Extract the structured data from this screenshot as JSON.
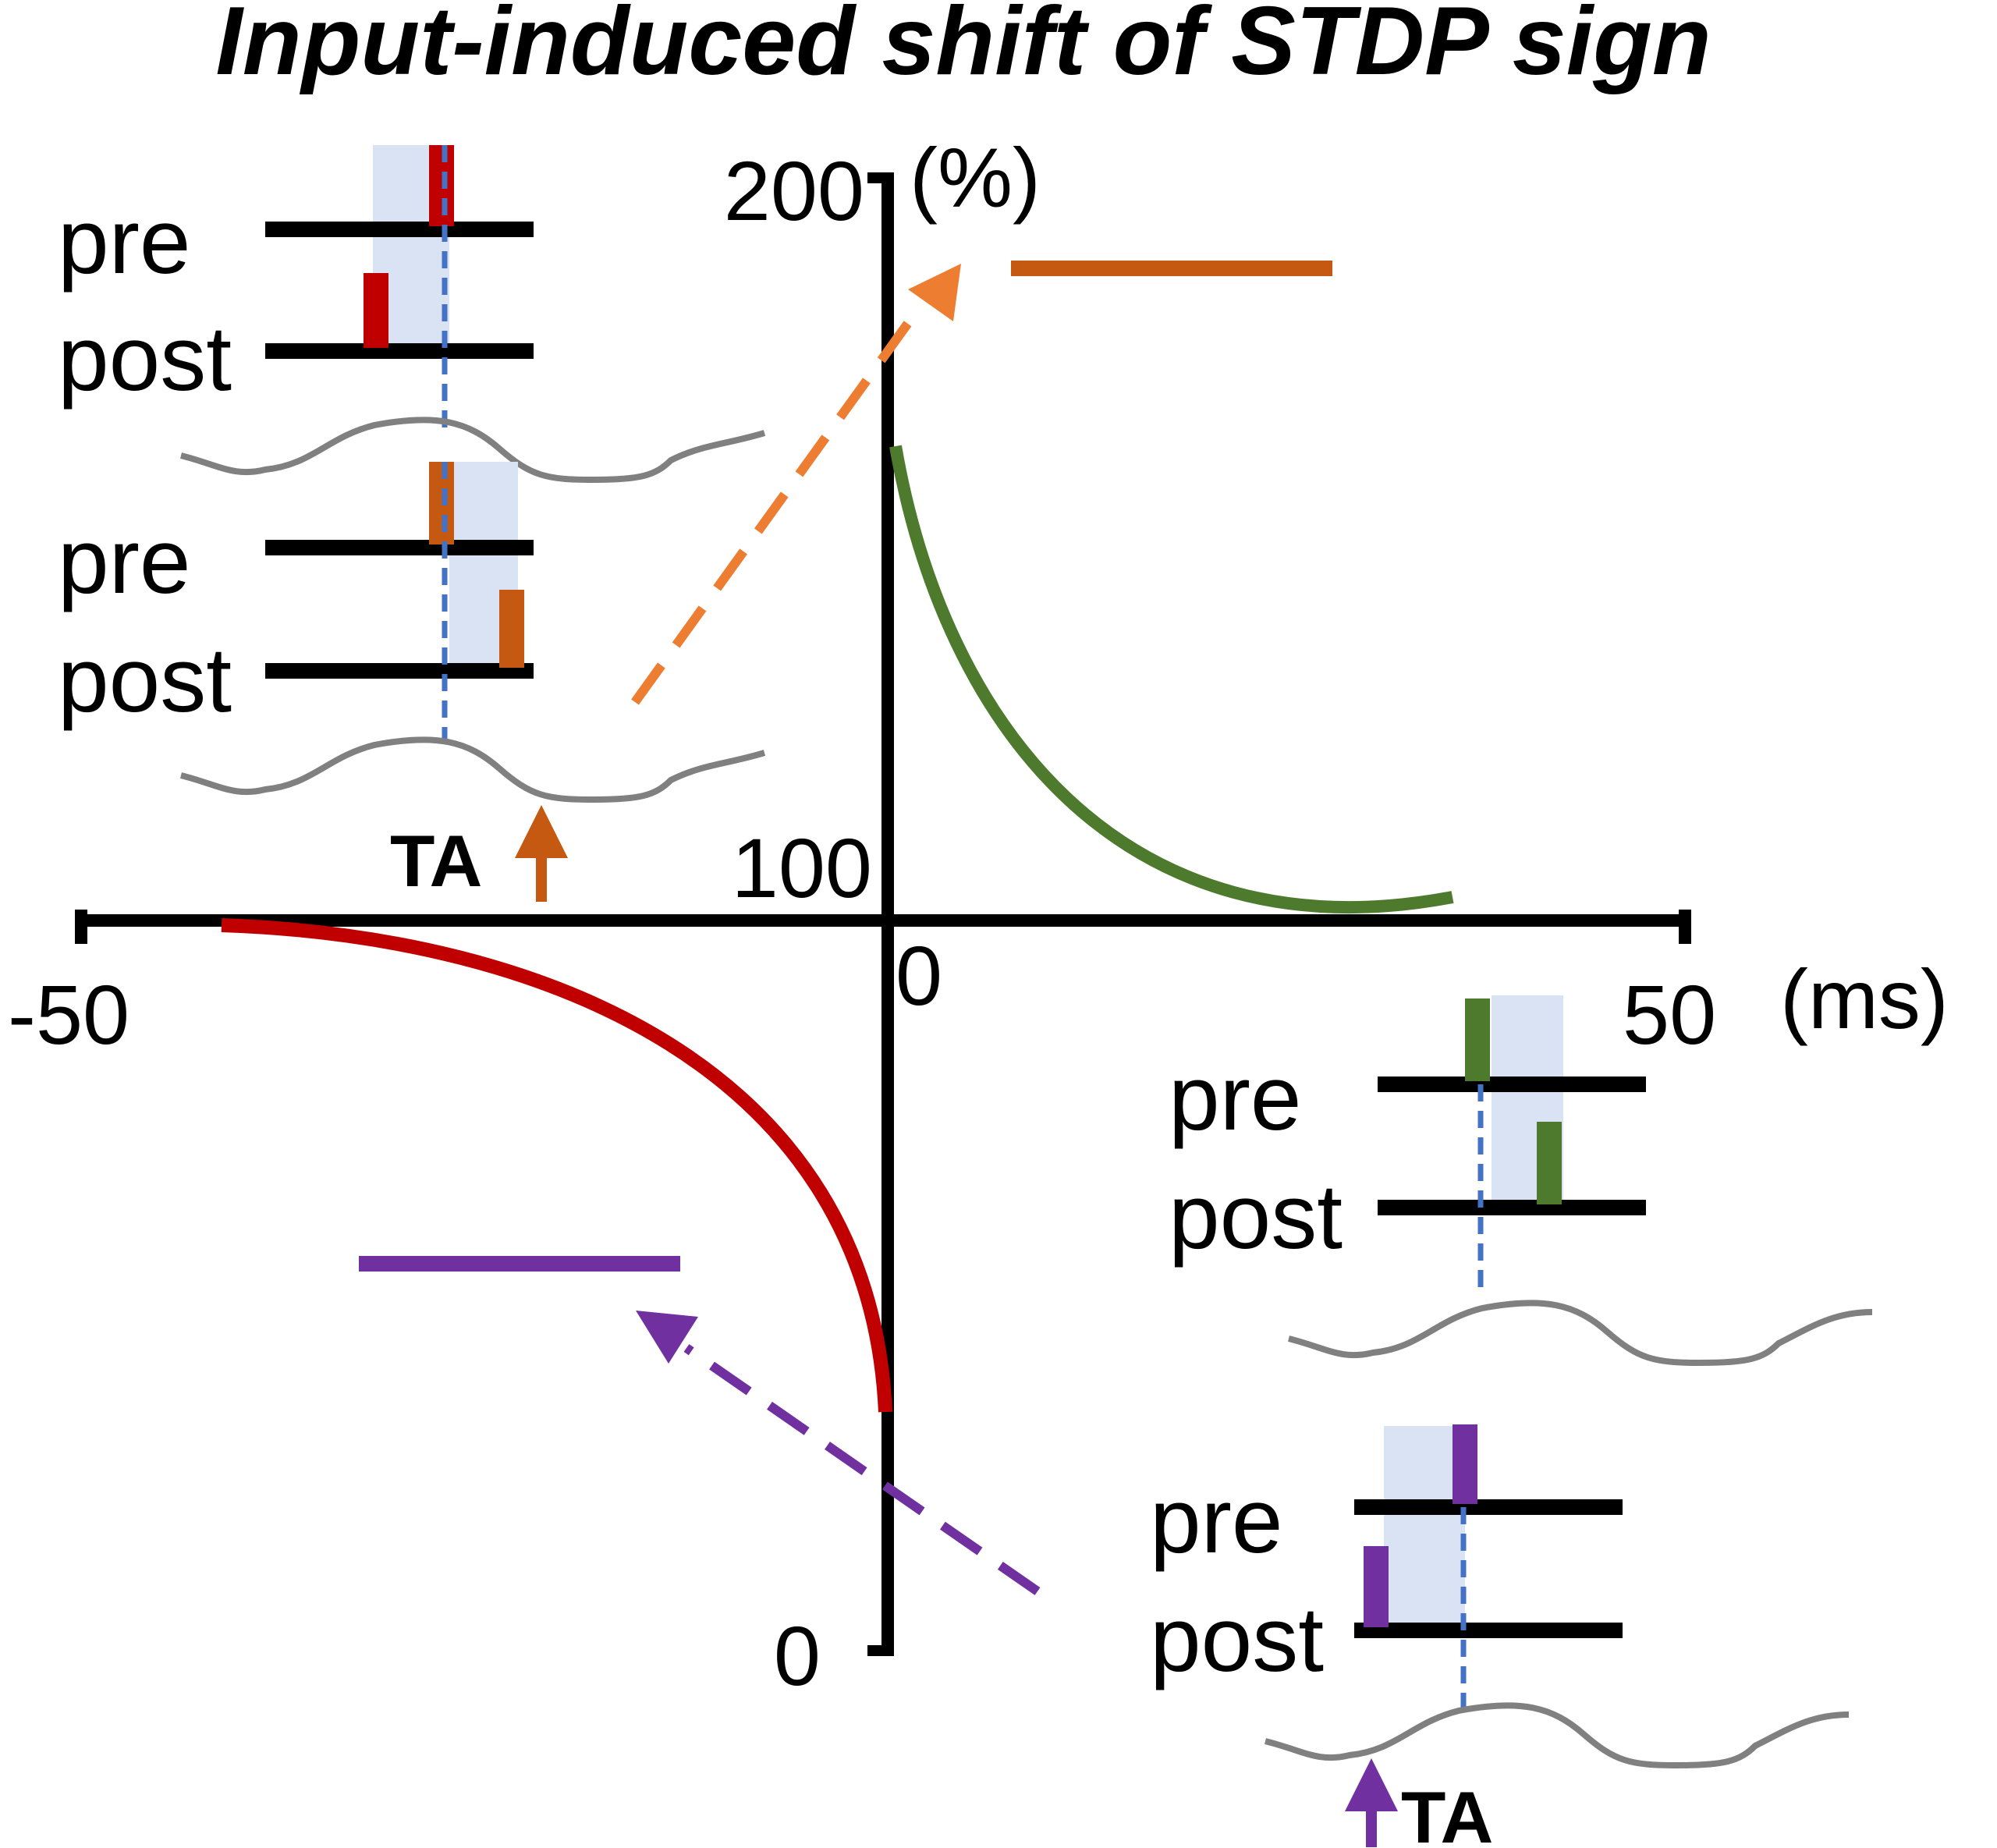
{
  "title": "Input-induced shift of STDP sign",
  "y_axis": {
    "unit": "(%)",
    "ticks": [
      "200",
      "100",
      "0"
    ]
  },
  "x_axis": {
    "unit": "(ms)",
    "ticks": [
      "-50",
      "0",
      "50"
    ]
  },
  "row_labels": {
    "pre": "pre",
    "post": "post"
  },
  "ta_label": "TA",
  "colors": {
    "ltd_curve": "#c00000",
    "ltp_curve": "#4e7a2e",
    "shifted_ltp": "#c65911",
    "shifted_ltp_arrow": "#ed7d31",
    "shifted_ltd": "#7030a0",
    "shading": "#dae3f3",
    "dashed_line": "#4472c4",
    "oscillation": "#808080"
  }
}
